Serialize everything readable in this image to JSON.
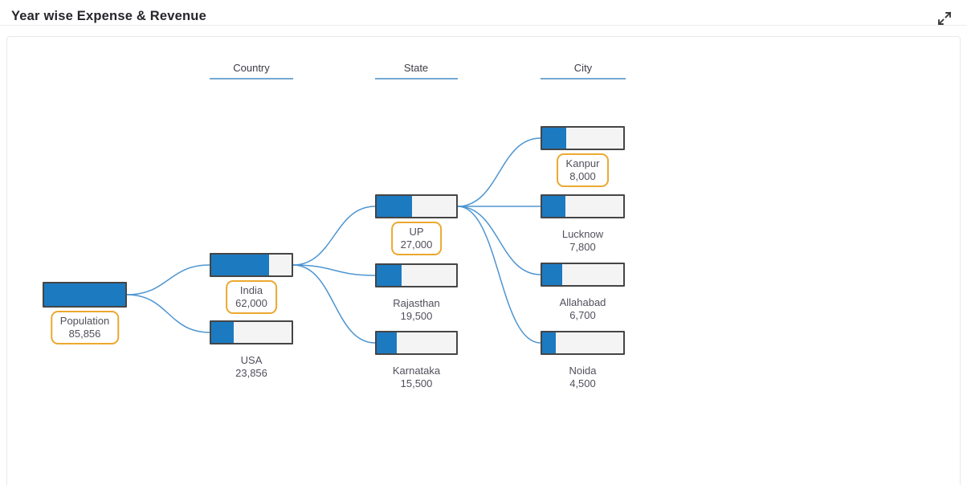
{
  "header": {
    "title": "Year wise Expense & Revenue"
  },
  "chart_data": {
    "type": "tree",
    "node_style": "horizontal-progress-bar",
    "title": "Year wise Expense & Revenue",
    "columns": [
      "Country",
      "State",
      "City"
    ],
    "legend_position": "none",
    "grid": false,
    "nodes": [
      {
        "id": "population",
        "level": 0,
        "label": "Population",
        "value": 85856,
        "value_display": "85,856",
        "fill_pct": 100,
        "highlighted": true,
        "parent": null
      },
      {
        "id": "india",
        "level": 1,
        "label": "India",
        "value": 62000,
        "value_display": "62,000",
        "fill_pct": 72,
        "highlighted": true,
        "parent": "population"
      },
      {
        "id": "usa",
        "level": 1,
        "label": "USA",
        "value": 23856,
        "value_display": "23,856",
        "fill_pct": 28,
        "highlighted": false,
        "parent": "population"
      },
      {
        "id": "up",
        "level": 2,
        "label": "UP",
        "value": 27000,
        "value_display": "27,000",
        "fill_pct": 44,
        "highlighted": true,
        "parent": "india"
      },
      {
        "id": "rajasthan",
        "level": 2,
        "label": "Rajasthan",
        "value": 19500,
        "value_display": "19,500",
        "fill_pct": 31,
        "highlighted": false,
        "parent": "india"
      },
      {
        "id": "karnataka",
        "level": 2,
        "label": "Karnataka",
        "value": 15500,
        "value_display": "15,500",
        "fill_pct": 25,
        "highlighted": false,
        "parent": "india"
      },
      {
        "id": "kanpur",
        "level": 3,
        "label": "Kanpur",
        "value": 8000,
        "value_display": "8,000",
        "fill_pct": 30,
        "highlighted": true,
        "parent": "up"
      },
      {
        "id": "lucknow",
        "level": 3,
        "label": "Lucknow",
        "value": 7800,
        "value_display": "7,800",
        "fill_pct": 29,
        "highlighted": false,
        "parent": "up"
      },
      {
        "id": "allahabad",
        "level": 3,
        "label": "Allahabad",
        "value": 6700,
        "value_display": "6,700",
        "fill_pct": 25,
        "highlighted": false,
        "parent": "up"
      },
      {
        "id": "noida",
        "level": 3,
        "label": "Noida",
        "value": 4500,
        "value_display": "4,500",
        "fill_pct": 17,
        "highlighted": false,
        "parent": "up"
      }
    ],
    "links": [
      [
        "population",
        "india"
      ],
      [
        "population",
        "usa"
      ],
      [
        "india",
        "up"
      ],
      [
        "india",
        "rajasthan"
      ],
      [
        "india",
        "karnataka"
      ],
      [
        "up",
        "kanpur"
      ],
      [
        "up",
        "lucknow"
      ],
      [
        "up",
        "allahabad"
      ],
      [
        "up",
        "noida"
      ]
    ]
  },
  "colors": {
    "bar_fill": "#1c7ac1",
    "bar_track": "#f4f4f4",
    "bar_border": "#454545",
    "link": "#4e95d0",
    "highlight_box_border": "#eca830",
    "column_underline": "#74a9d3",
    "label_text": "#50505c",
    "title_text": "#26262b"
  }
}
